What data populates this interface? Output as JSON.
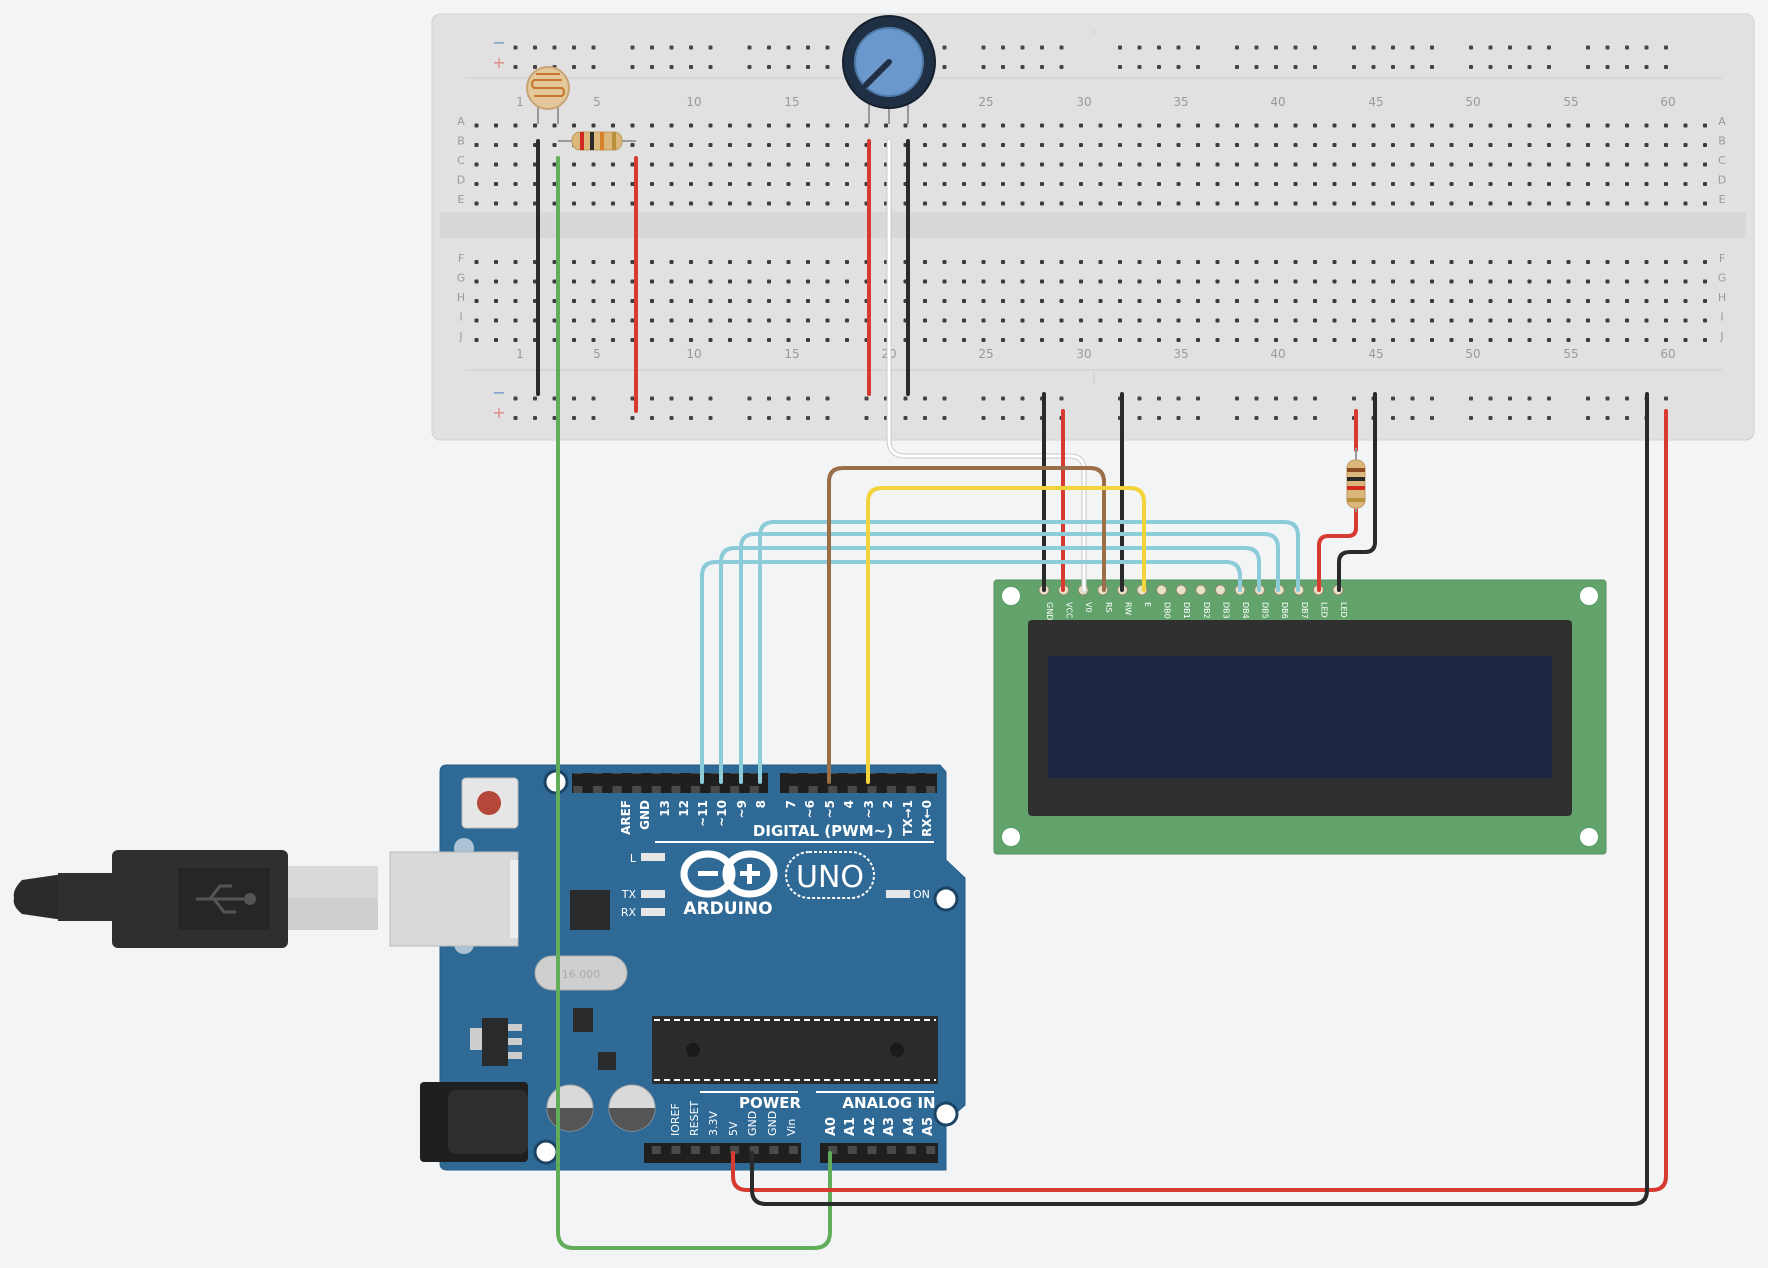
{
  "breadboard": {
    "rail_minus": "−",
    "rail_plus": "+",
    "column_numbers": [
      "1",
      "5",
      "10",
      "15",
      "20",
      "25",
      "30",
      "35",
      "40",
      "45",
      "50",
      "55",
      "60"
    ],
    "row_letters_top": [
      "A",
      "B",
      "C",
      "D",
      "E"
    ],
    "row_letters_bottom": [
      "F",
      "G",
      "H",
      "I",
      "J"
    ]
  },
  "lcd": {
    "pins": [
      "GND",
      "VCC",
      "V0",
      "RS",
      "RW",
      "E",
      "DB0",
      "DB1",
      "DB2",
      "DB3",
      "DB4",
      "DB5",
      "DB6",
      "DB7",
      "LED",
      "LED"
    ]
  },
  "arduino": {
    "logo_text": "ARDUINO",
    "model": "UNO",
    "digital_header_label": "DIGITAL (PWM~)",
    "digital_pins": [
      "AREF",
      "GND",
      "13",
      "12",
      "~11",
      "~10",
      "~9",
      "8",
      "7",
      "~6",
      "~5",
      "4",
      "~3",
      "2",
      "TX→1",
      "RX←0"
    ],
    "power_header_label": "POWER",
    "power_pins": [
      "IOREF",
      "RESET",
      "3.3V",
      "5V",
      "GND",
      "GND",
      "Vin"
    ],
    "analog_header_label": "ANALOG IN",
    "analog_pins": [
      "A0",
      "A1",
      "A2",
      "A3",
      "A4",
      "A5"
    ],
    "led_labels": {
      "l": "L",
      "tx": "TX",
      "rx": "RX",
      "on": "ON"
    },
    "crystal_label": "16.000"
  },
  "colors": {
    "background": "#f3f4f6",
    "breadboard": "#e0e0e0",
    "arduino_board": "#2f6a96",
    "lcd_board": "#62a36c",
    "lcd_screen": "#1d2542",
    "wire_red": "#d63a30",
    "wire_black": "#2a2a2a",
    "wire_green": "#62ad5a",
    "wire_blue": "#8ccbd8",
    "wire_brown": "#9a6e48",
    "wire_yellow": "#f2d43a",
    "wire_white": "#ffffff"
  }
}
